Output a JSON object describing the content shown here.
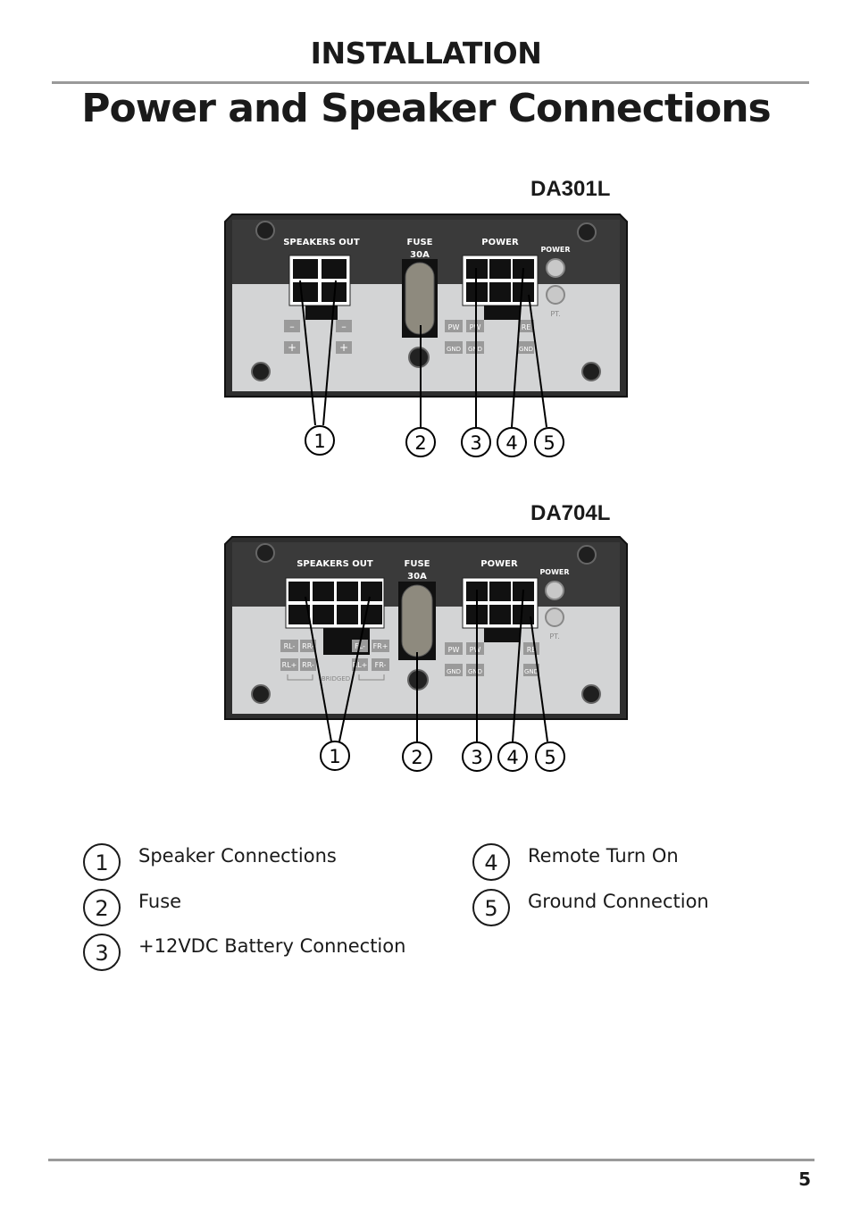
{
  "header": {
    "section": "INSTALLATION",
    "title": "Power and Speaker Connections"
  },
  "diagrams": [
    {
      "model": "DA301L",
      "panel": {
        "speakers_out_label": "SPEAKERS OUT",
        "fuse_label": "FUSE",
        "fuse_rating": "30A",
        "power_label": "POWER",
        "power_led_label": "POWER",
        "protect_led_label": "PT.",
        "terminal_labels": [
          "–",
          "–",
          "+",
          "+"
        ],
        "power_terminal_labels": [
          "PW",
          "PW",
          "RE",
          "GND",
          "GND",
          "GND"
        ]
      },
      "callouts": [
        "1",
        "2",
        "3",
        "4",
        "5"
      ]
    },
    {
      "model": "DA704L",
      "panel": {
        "speakers_out_label": "SPEAKERS OUT",
        "fuse_label": "FUSE",
        "fuse_rating": "30A",
        "power_label": "POWER",
        "power_led_label": "POWER",
        "protect_led_label": "PT.",
        "terminal_labels": [
          "RL-",
          "RR-",
          "FL-",
          "FR+",
          "RL+",
          "RR-",
          "RL+",
          "FR-"
        ],
        "bridged_label": "BRIDGED",
        "power_terminal_labels": [
          "PW",
          "PW",
          "RE",
          "GND",
          "GND",
          "GND"
        ]
      },
      "callouts": [
        "1",
        "2",
        "3",
        "4",
        "5"
      ]
    }
  ],
  "legend": [
    {
      "number": "1",
      "text": "Speaker Connections"
    },
    {
      "number": "2",
      "text": "Fuse"
    },
    {
      "number": "3",
      "text": "+12VDC Battery Connection"
    },
    {
      "number": "4",
      "text": "Remote Turn On"
    },
    {
      "number": "5",
      "text": "Ground Connection"
    }
  ],
  "footer": {
    "page_number": "5"
  }
}
